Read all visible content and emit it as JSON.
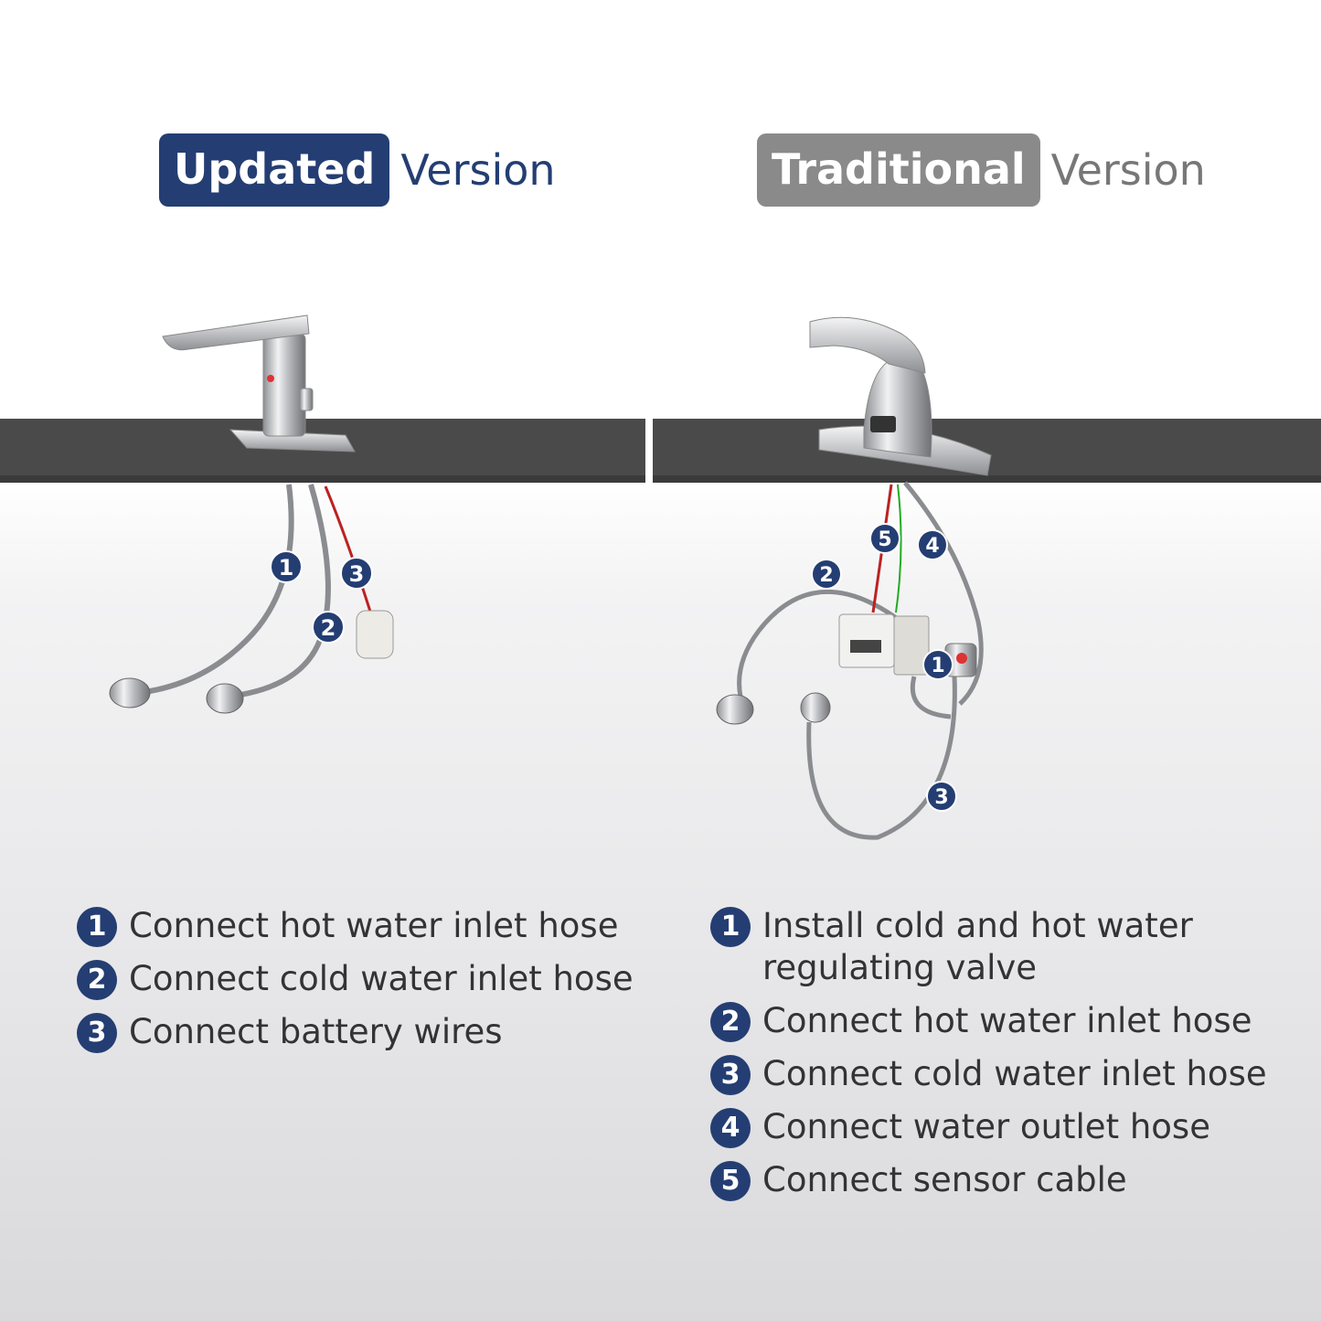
{
  "updated": {
    "badge": "Updated",
    "word": "Version",
    "markers": [
      "1",
      "2",
      "3"
    ],
    "steps": [
      {
        "num": "1",
        "text": "Connect hot water inlet hose"
      },
      {
        "num": "2",
        "text": "Connect cold water inlet hose"
      },
      {
        "num": "3",
        "text": "Connect battery wires"
      }
    ]
  },
  "traditional": {
    "badge": "Traditional",
    "word": "Version",
    "markers": [
      "1",
      "2",
      "3",
      "4",
      "5"
    ],
    "steps": [
      {
        "num": "1",
        "text": "Install cold and hot water regulating valve"
      },
      {
        "num": "2",
        "text": "Connect hot water inlet hose"
      },
      {
        "num": "3",
        "text": "Connect cold water inlet hose"
      },
      {
        "num": "4",
        "text": "Connect water outlet hose"
      },
      {
        "num": "5",
        "text": "Connect sensor cable"
      }
    ]
  },
  "colors": {
    "badge_blue": "#243e73",
    "badge_gray": "#8a8a8a",
    "counter": "#4a4a4a",
    "marker": "#243e73"
  }
}
